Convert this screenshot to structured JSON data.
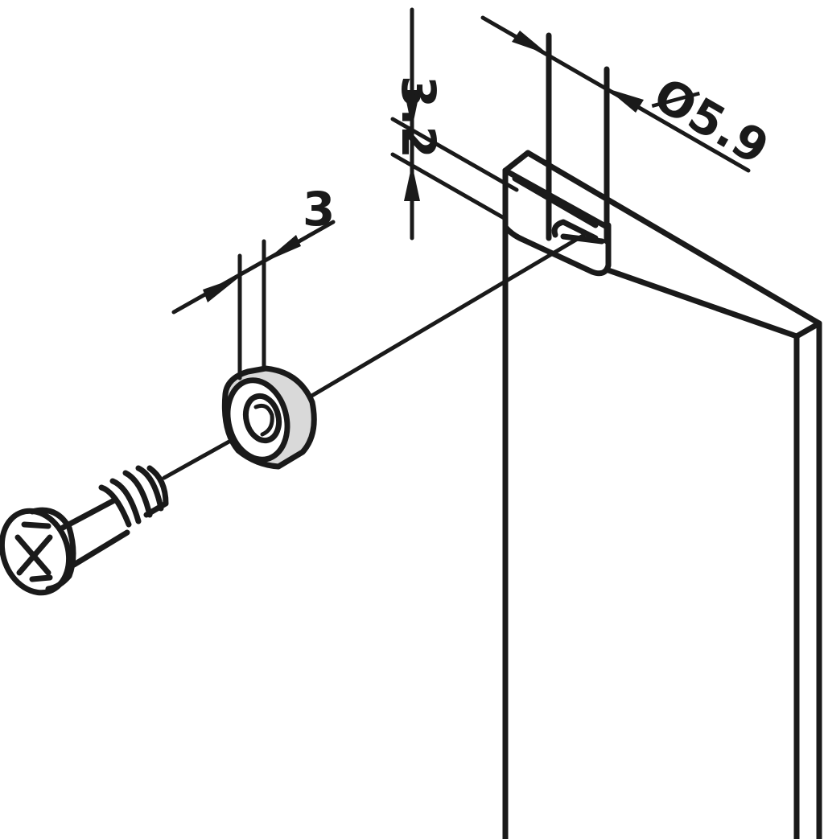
{
  "drawing": {
    "colors": {
      "line": "#1a1a1a",
      "background": "#ffffff",
      "washer_fill": "#d9d9d9"
    },
    "dimensions": {
      "washer_thickness": "3",
      "slot_height": "3.2",
      "hole_diameter": "Ø5.9"
    }
  }
}
